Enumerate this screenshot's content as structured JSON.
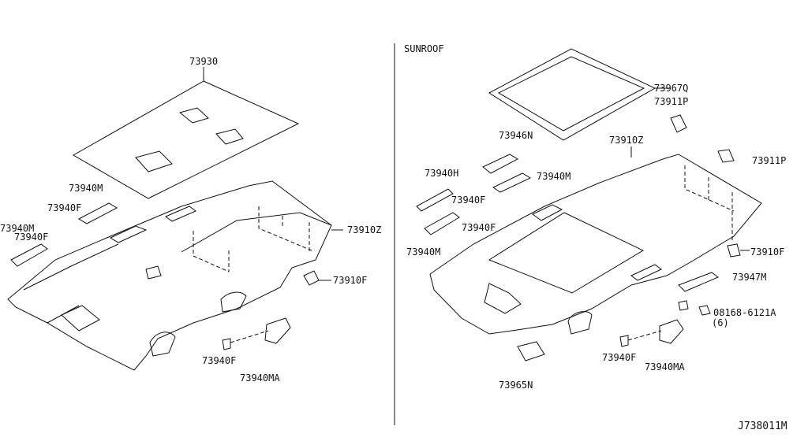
{
  "section_title": "SUNROOF",
  "drawing_code": "J738011M",
  "left_labels": {
    "headlining_pad": "73930",
    "headlining": "73910Z",
    "clip": "73910F",
    "sunvisor_holder_front": "73940M",
    "sunvisor_clip_front": "73940F",
    "sunvisor_holder_side": "73940M",
    "sunvisor_clip_side": "73940F",
    "grip_clip": "73940F",
    "grip_bracket": "73940MA"
  },
  "right_labels": {
    "weatherstrip": "73967Q",
    "bracket_p1": "73911P",
    "bracket_p2": "73911P",
    "holder_n": "73946N",
    "headlining": "73910Z",
    "holder_h": "73940H",
    "holder_m_upper": "73940M",
    "clip_f_upper": "73940F",
    "clip_f_lower": "73940F",
    "holder_m_lower": "73940M",
    "clip": "73910F",
    "lamp_bracket": "73947M",
    "screw": "08168-6121A",
    "screw_qty": "(6)",
    "grip_clip": "73940F",
    "grip_bracket": "73940MA",
    "lamp_base": "73965N"
  }
}
